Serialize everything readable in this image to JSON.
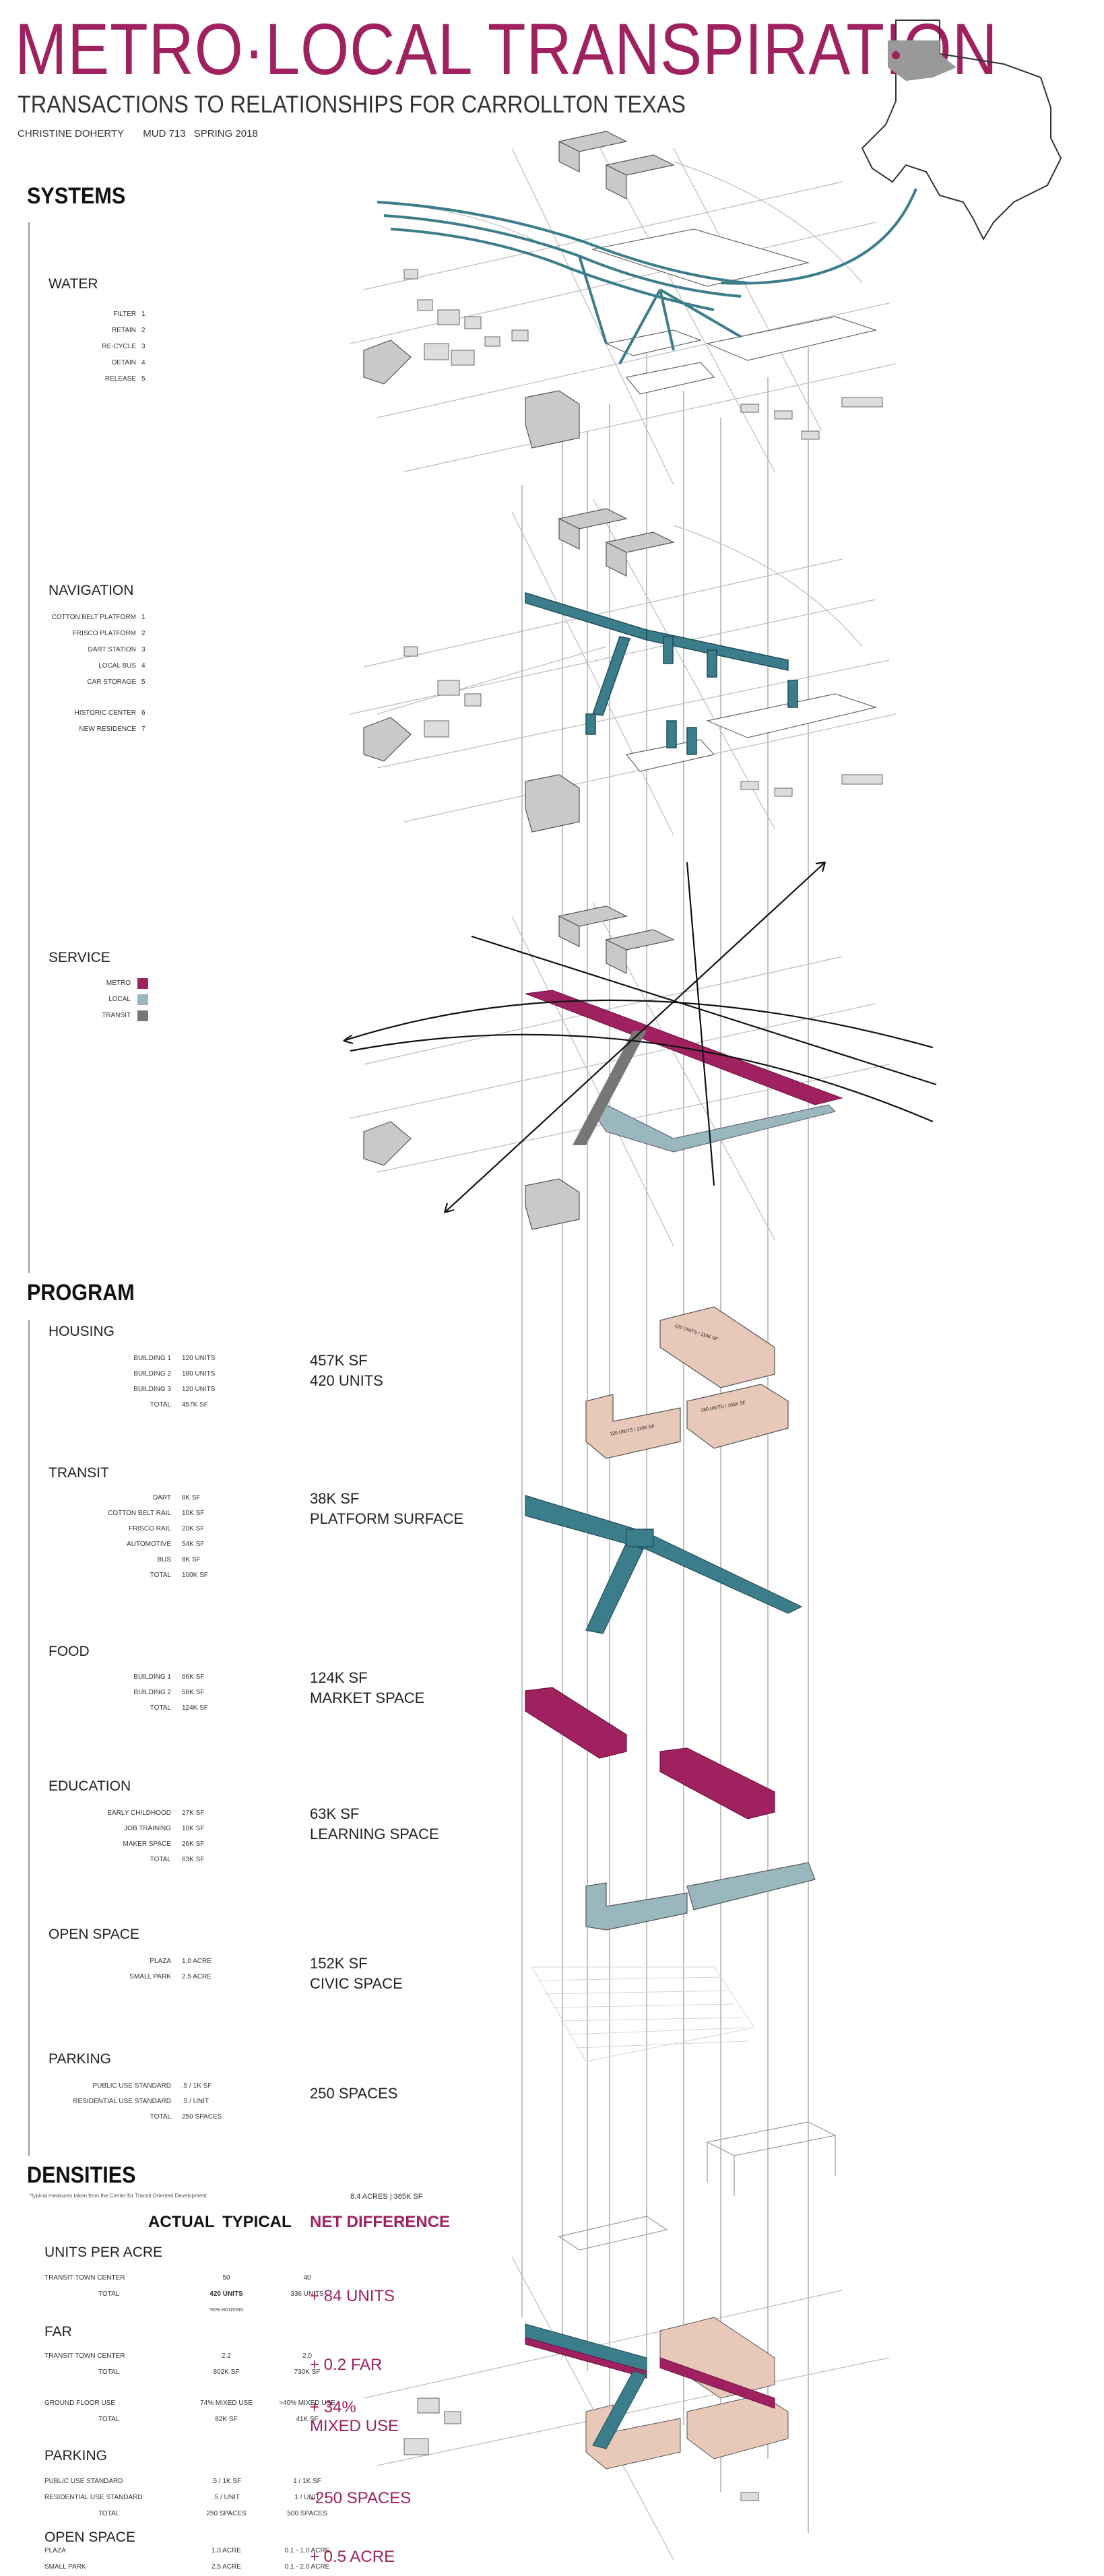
{
  "header": {
    "title": "METRO·LOCAL TRANSPIRATION",
    "subtitle": "TRANSACTIONS TO RELATIONSHIPS FOR CARROLLTON TEXAS",
    "author": "CHRISTINE DOHERTY",
    "course": "MUD 713",
    "term": "SPRING 2018"
  },
  "colors": {
    "brand": "#a02160",
    "metro": "#a02160",
    "local": "#9ab6bf",
    "transit": "#777777",
    "teal": "#3c7d8c",
    "housing": "#e8c8b8"
  },
  "systems": {
    "heading": "SYSTEMS",
    "water": {
      "title": "WATER",
      "items": [
        {
          "label": "FILTER",
          "n": "1"
        },
        {
          "label": "RETAIN",
          "n": "2"
        },
        {
          "label": "RE-CYCLE",
          "n": "3"
        },
        {
          "label": "DETAIN",
          "n": "4"
        },
        {
          "label": "RELEASE",
          "n": "5"
        }
      ]
    },
    "navigation": {
      "title": "NAVIGATION",
      "items": [
        {
          "label": "COTTON BELT PLATFORM",
          "n": "1"
        },
        {
          "label": "FRISCO PLATFORM",
          "n": "2"
        },
        {
          "label": "DART STATION",
          "n": "3"
        },
        {
          "label": "LOCAL BUS",
          "n": "4"
        },
        {
          "label": "CAR STORAGE",
          "n": "5"
        }
      ],
      "items2": [
        {
          "label": "HISTORIC CENTER",
          "n": "6"
        },
        {
          "label": "NEW RESIDENCE",
          "n": "7"
        }
      ]
    },
    "service": {
      "title": "SERVICE",
      "items": [
        {
          "label": "METRO"
        },
        {
          "label": "LOCAL"
        },
        {
          "label": "TRANSIT"
        }
      ]
    }
  },
  "program": {
    "heading": "PROGRAM",
    "housing": {
      "title": "HOUSING",
      "rows": [
        {
          "label": "BUILDING 1",
          "v": "120 UNITS"
        },
        {
          "label": "BUILDING 2",
          "v": "180 UNITS"
        },
        {
          "label": "BUILDING 3",
          "v": "120 UNITS"
        },
        {
          "label": "TOTAL",
          "v": "457K SF"
        }
      ],
      "sum1": "457K SF",
      "sum2": "420 UNITS",
      "tags": [
        "120 UNITS / 110K SF",
        "180 UNITS / 165K SF",
        "120 UNITS / 110K SF"
      ]
    },
    "transit": {
      "title": "TRANSIT",
      "rows": [
        {
          "label": "DART",
          "v": "8K SF"
        },
        {
          "label": "COTTON BELT RAIL",
          "v": "10K SF"
        },
        {
          "label": "FRISCO RAIL",
          "v": "20K SF"
        },
        {
          "label": "AUTOMOTIVE",
          "v": "54K SF"
        },
        {
          "label": "BUS",
          "v": "8K SF"
        },
        {
          "label": "TOTAL",
          "v": "100K SF"
        }
      ],
      "sum1": "38K SF",
      "sum2": "PLATFORM SURFACE"
    },
    "food": {
      "title": "FOOD",
      "rows": [
        {
          "label": "BUILDING 1",
          "v": "66K SF"
        },
        {
          "label": "BUILDING 2",
          "v": "58K SF"
        },
        {
          "label": "TOTAL",
          "v": "124K SF"
        }
      ],
      "sum1": "124K SF",
      "sum2": "MARKET SPACE"
    },
    "education": {
      "title": "EDUCATION",
      "rows": [
        {
          "label": "EARLY CHILDHOOD",
          "v": "27K SF"
        },
        {
          "label": "JOB TRAINING",
          "v": "10K SF"
        },
        {
          "label": "MAKER SPACE",
          "v": "26K SF"
        },
        {
          "label": "TOTAL",
          "v": "63K SF"
        }
      ],
      "sum1": "63K SF",
      "sum2": "LEARNING SPACE"
    },
    "openspace": {
      "title": "OPEN SPACE",
      "rows": [
        {
          "label": "PLAZA",
          "v": "1.0 ACRE"
        },
        {
          "label": "SMALL PARK",
          "v": "2.5 ACRE"
        }
      ],
      "sum1": "152K SF",
      "sum2": "CIVIC SPACE"
    },
    "parking": {
      "title": "PARKING",
      "rows": [
        {
          "label": "PUBLIC USE STANDARD",
          "v": ".5 / 1K SF"
        },
        {
          "label": "RESIDENTIAL USE STANDARD",
          "v": ".5 / UNIT"
        },
        {
          "label": "TOTAL",
          "v": "250 SPACES"
        }
      ],
      "sum1": "250 SPACES"
    }
  },
  "densities": {
    "heading": "DENSITIES",
    "note": "*typical measures taken from the Center for Transit Oriented Development",
    "site": "8.4 ACRES  |  365K SF",
    "col_actual": "ACTUAL",
    "col_typical": "TYPICAL",
    "col_net": "NET DIFFERENCE",
    "units": {
      "title": "UNITS PER ACRE",
      "rows": [
        {
          "label": "TRANSIT TOWN CENTER",
          "a": "50",
          "t": "40"
        },
        {
          "label": "TOTAL",
          "a": "420 UNITS",
          "t": "336 UNITS"
        }
      ],
      "note": "*60% HOUSING",
      "net": "+ 84 UNITS"
    },
    "far": {
      "title": "FAR",
      "rows": [
        {
          "label": "TRANSIT TOWN CENTER",
          "a": "2.2",
          "t": "2.0"
        },
        {
          "label": "TOTAL",
          "a": "802K SF",
          "t": "730K SF"
        }
      ],
      "net": "+ 0.2 FAR",
      "rows2": [
        {
          "label": "GROUND FLOOR USE",
          "a": "74% MIXED USE",
          "t": ">40% MIXED USE"
        },
        {
          "label": "TOTAL",
          "a": "82K SF",
          "t": "41K SF"
        }
      ],
      "net2a": "+ 34%",
      "net2b": "MIXED USE"
    },
    "parking": {
      "title": "PARKING",
      "rows": [
        {
          "label": "PUBLIC USE STANDARD",
          "a": ".5 / 1K SF",
          "t": "1 / 1K SF"
        },
        {
          "label": "RESIDENTIAL USE STANDARD",
          "a": ".5 / UNIT",
          "t": "1 / UNIT"
        },
        {
          "label": "TOTAL",
          "a": "250 SPACES",
          "t": "500 SPACES"
        }
      ],
      "net": "-250 SPACES"
    },
    "open": {
      "title": "OPEN SPACE",
      "rows": [
        {
          "label": "PLAZA",
          "a": "1.0 ACRE",
          "t": "0.1 - 1.0 ACRE"
        },
        {
          "label": "SMALL PARK",
          "a": "2.5 ACRE",
          "t": "0.1 - 2.0 ACRE"
        }
      ],
      "net": "+ 0.5 ACRE"
    }
  }
}
